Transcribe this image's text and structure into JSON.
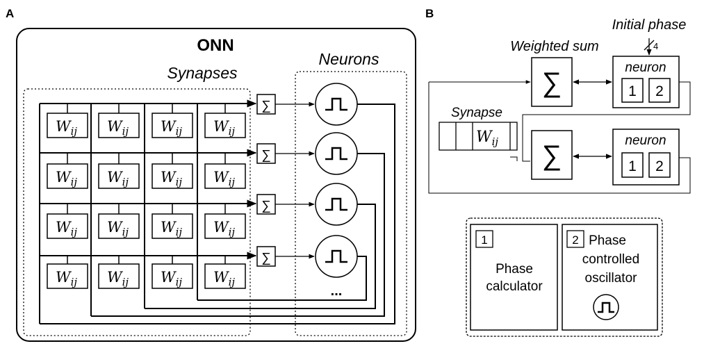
{
  "panel_a": {
    "label": "A",
    "title": "ONN",
    "synapses_label": "Synapses",
    "neurons_label": "Neurons",
    "weight_label": "W",
    "weight_subscript": "ij",
    "sum_symbol": "∑",
    "ellipsis": "...",
    "rows": 4,
    "cols": 4
  },
  "panel_b": {
    "label": "B",
    "initial_phase_label": "Initial phase",
    "bus_width": "4",
    "weighted_sum_label": "Weighted sum",
    "synapse_label": "Synapse",
    "weight_label": "W",
    "weight_subscript": "ij",
    "sum_symbol": "∑",
    "neuron_label": "neuron",
    "block_1": "1",
    "block_2": "2",
    "legend": {
      "item1_number": "1",
      "item1_line1": "Phase",
      "item1_line2": "calculator",
      "item2_number": "2",
      "item2_line1": "Phase",
      "item2_line2": "controlled",
      "item2_line3": "oscillator"
    }
  }
}
